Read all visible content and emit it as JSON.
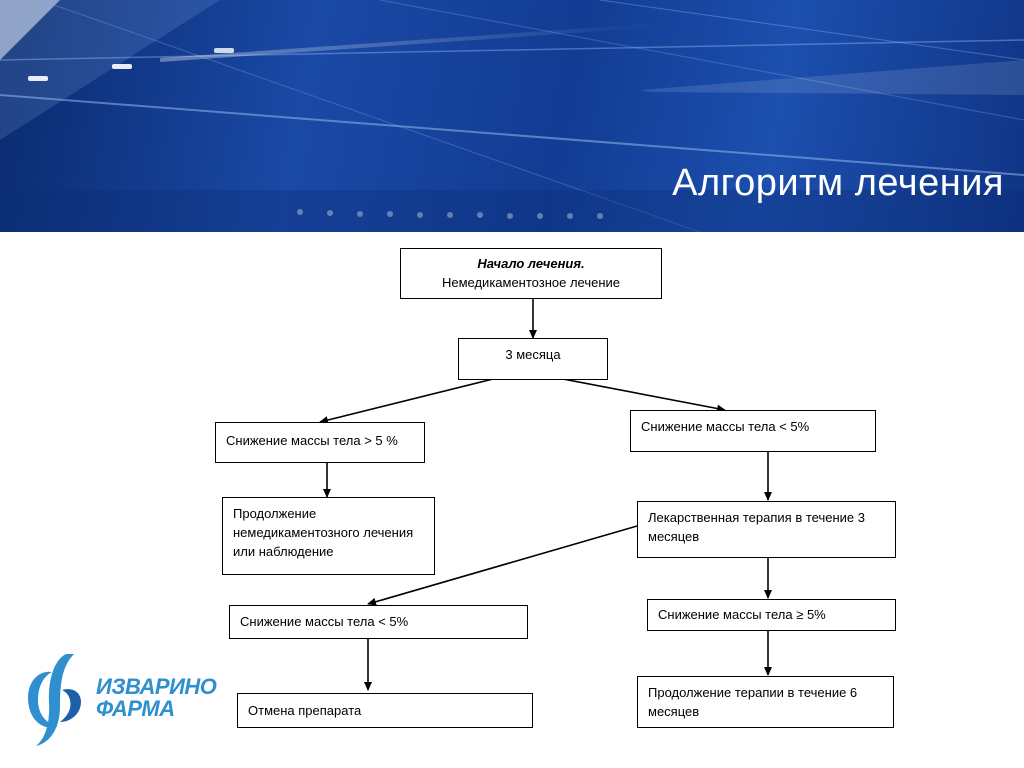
{
  "header": {
    "title": "Алгоритм лечения"
  },
  "flowchart": {
    "nodes": [
      {
        "id": "start",
        "title": "Начало лечения.",
        "text": "Немедикаментозное лечение"
      },
      {
        "id": "three_months",
        "text": "3 месяца"
      },
      {
        "id": "loss_gt5",
        "text": "Снижение массы тела > 5 %"
      },
      {
        "id": "loss_lt5_a",
        "text": "Снижение массы тела < 5%"
      },
      {
        "id": "continue_nondrug",
        "text": "Продолжение немедикаментозного лечения или наблюдение"
      },
      {
        "id": "drug_therapy",
        "text": "Лекарственная терапия в течение 3 месяцев"
      },
      {
        "id": "loss_lt5_b",
        "text": "Снижение массы тела < 5%"
      },
      {
        "id": "loss_ge5",
        "text": "Снижение массы тела ≥ 5%"
      },
      {
        "id": "cancel_drug",
        "text": "Отмена препарата"
      },
      {
        "id": "continue_therapy",
        "text": "Продолжение терапии в течение 6 месяцев"
      }
    ],
    "edges": [
      {
        "from": "start",
        "to": "three_months"
      },
      {
        "from": "three_months",
        "to": "loss_gt5"
      },
      {
        "from": "three_months",
        "to": "loss_lt5_a"
      },
      {
        "from": "loss_gt5",
        "to": "continue_nondrug"
      },
      {
        "from": "loss_lt5_a",
        "to": "drug_therapy"
      },
      {
        "from": "drug_therapy",
        "to": "loss_lt5_b"
      },
      {
        "from": "drug_therapy",
        "to": "loss_ge5"
      },
      {
        "from": "loss_lt5_b",
        "to": "cancel_drug"
      },
      {
        "from": "loss_ge5",
        "to": "continue_therapy"
      }
    ]
  },
  "logo": {
    "line1": "ИЗВАРИНО",
    "line2": "ФАРМА",
    "colors": {
      "primary": "#2f8fcf",
      "dark": "#1d5fa8"
    }
  }
}
